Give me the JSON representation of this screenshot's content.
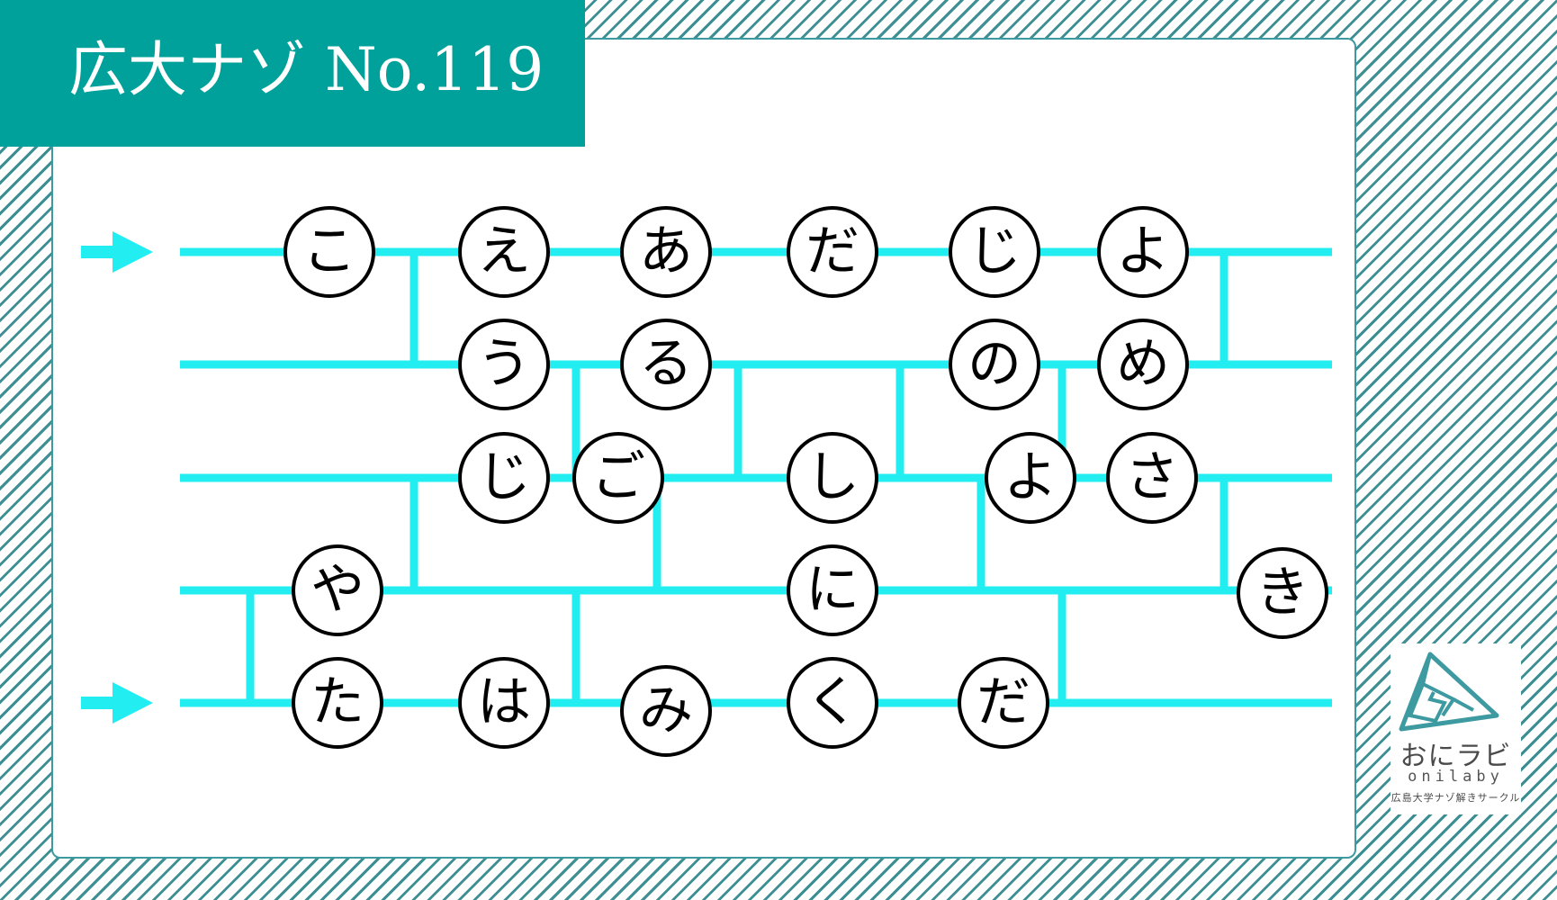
{
  "title": "広大ナゾ No.119",
  "colors": {
    "banner": "#00a19a",
    "lines": "#22eef2",
    "arrows": "#22eef2",
    "stripes": "#3d8f93",
    "circle_border": "#000000",
    "logo": "#3d9aa0"
  },
  "puzzle": {
    "type": "amidakuji",
    "rows": 5,
    "start_arrows": [
      {
        "row": 1,
        "icon": "right-arrow-icon"
      },
      {
        "row": 5,
        "icon": "right-arrow-icon"
      }
    ],
    "characters": [
      {
        "char": "こ",
        "row": 1
      },
      {
        "char": "え",
        "row": 1
      },
      {
        "char": "あ",
        "row": 1
      },
      {
        "char": "だ",
        "row": 1
      },
      {
        "char": "じ",
        "row": 1
      },
      {
        "char": "よ",
        "row": 1
      },
      {
        "char": "う",
        "row": 2
      },
      {
        "char": "る",
        "row": 2
      },
      {
        "char": "の",
        "row": 2
      },
      {
        "char": "め",
        "row": 2
      },
      {
        "char": "じ",
        "row": 3
      },
      {
        "char": "ご",
        "row": 3
      },
      {
        "char": "し",
        "row": 3
      },
      {
        "char": "よ",
        "row": 3
      },
      {
        "char": "さ",
        "row": 3
      },
      {
        "char": "や",
        "row": 4
      },
      {
        "char": "に",
        "row": 4
      },
      {
        "char": "き",
        "row": 4
      },
      {
        "char": "た",
        "row": 5
      },
      {
        "char": "は",
        "row": 5
      },
      {
        "char": "み",
        "row": 5
      },
      {
        "char": "く",
        "row": 5
      },
      {
        "char": "だ",
        "row": 5
      }
    ]
  },
  "logo": {
    "icon": "triangle-spiral-logo-icon",
    "name": "おにラビ",
    "roman": "onilaby",
    "subtitle": "広島大学ナゾ解きサークル"
  }
}
